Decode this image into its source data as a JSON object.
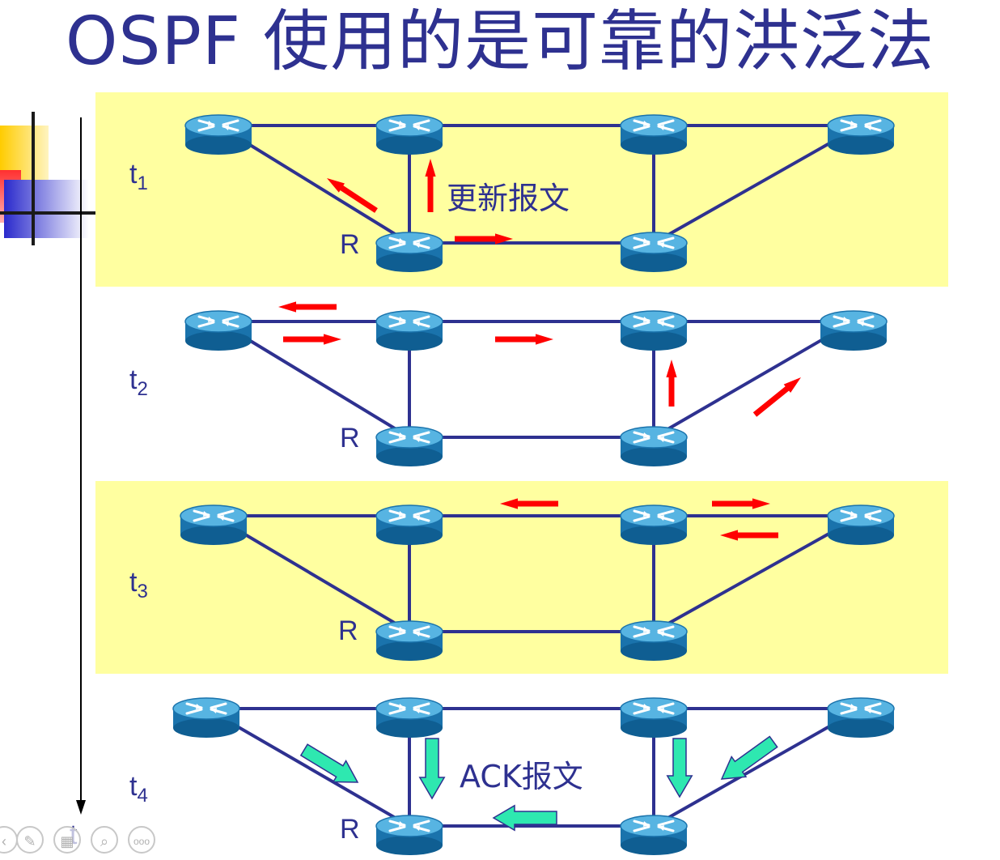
{
  "title": "OSPF 使用的是可靠的洪泛法",
  "time_axis_label": "t",
  "panels": [
    {
      "time": "t",
      "sub": "1",
      "r_label": "R",
      "note": "更新报文",
      "highlighted": true
    },
    {
      "time": "t",
      "sub": "2",
      "r_label": "R",
      "note": "",
      "highlighted": false
    },
    {
      "time": "t",
      "sub": "3",
      "r_label": "R",
      "note": "",
      "highlighted": true
    },
    {
      "time": "t",
      "sub": "4",
      "r_label": "R",
      "note": "ACK报文",
      "highlighted": false
    }
  ],
  "colors": {
    "title": "#2e3190",
    "panel_highlight": "#ffffa0",
    "link": "#2e3190",
    "update_arrow": "#ff0000",
    "ack_arrow": "#2ee8b0",
    "router_top": "#4aa8d8",
    "router_body": "#1a73ac"
  },
  "icons": [
    "router-icon",
    "update-arrow-icon",
    "ack-arrow-icon",
    "slide-toolbar-icons"
  ]
}
